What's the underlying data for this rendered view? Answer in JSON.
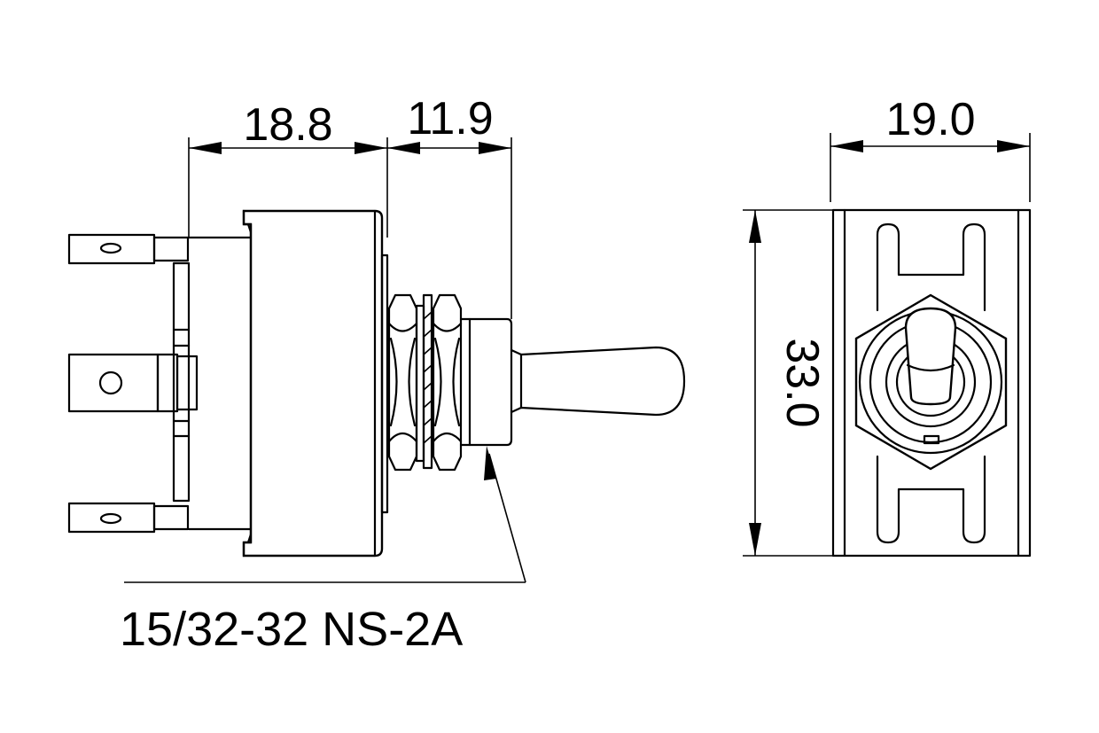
{
  "side_view": {
    "dim_body_length": "18.8",
    "dim_bushing_length": "11.9",
    "thread_spec": "15/32-32 NS-2A"
  },
  "front_view": {
    "dim_width": "19.0",
    "dim_height": "33.0"
  }
}
